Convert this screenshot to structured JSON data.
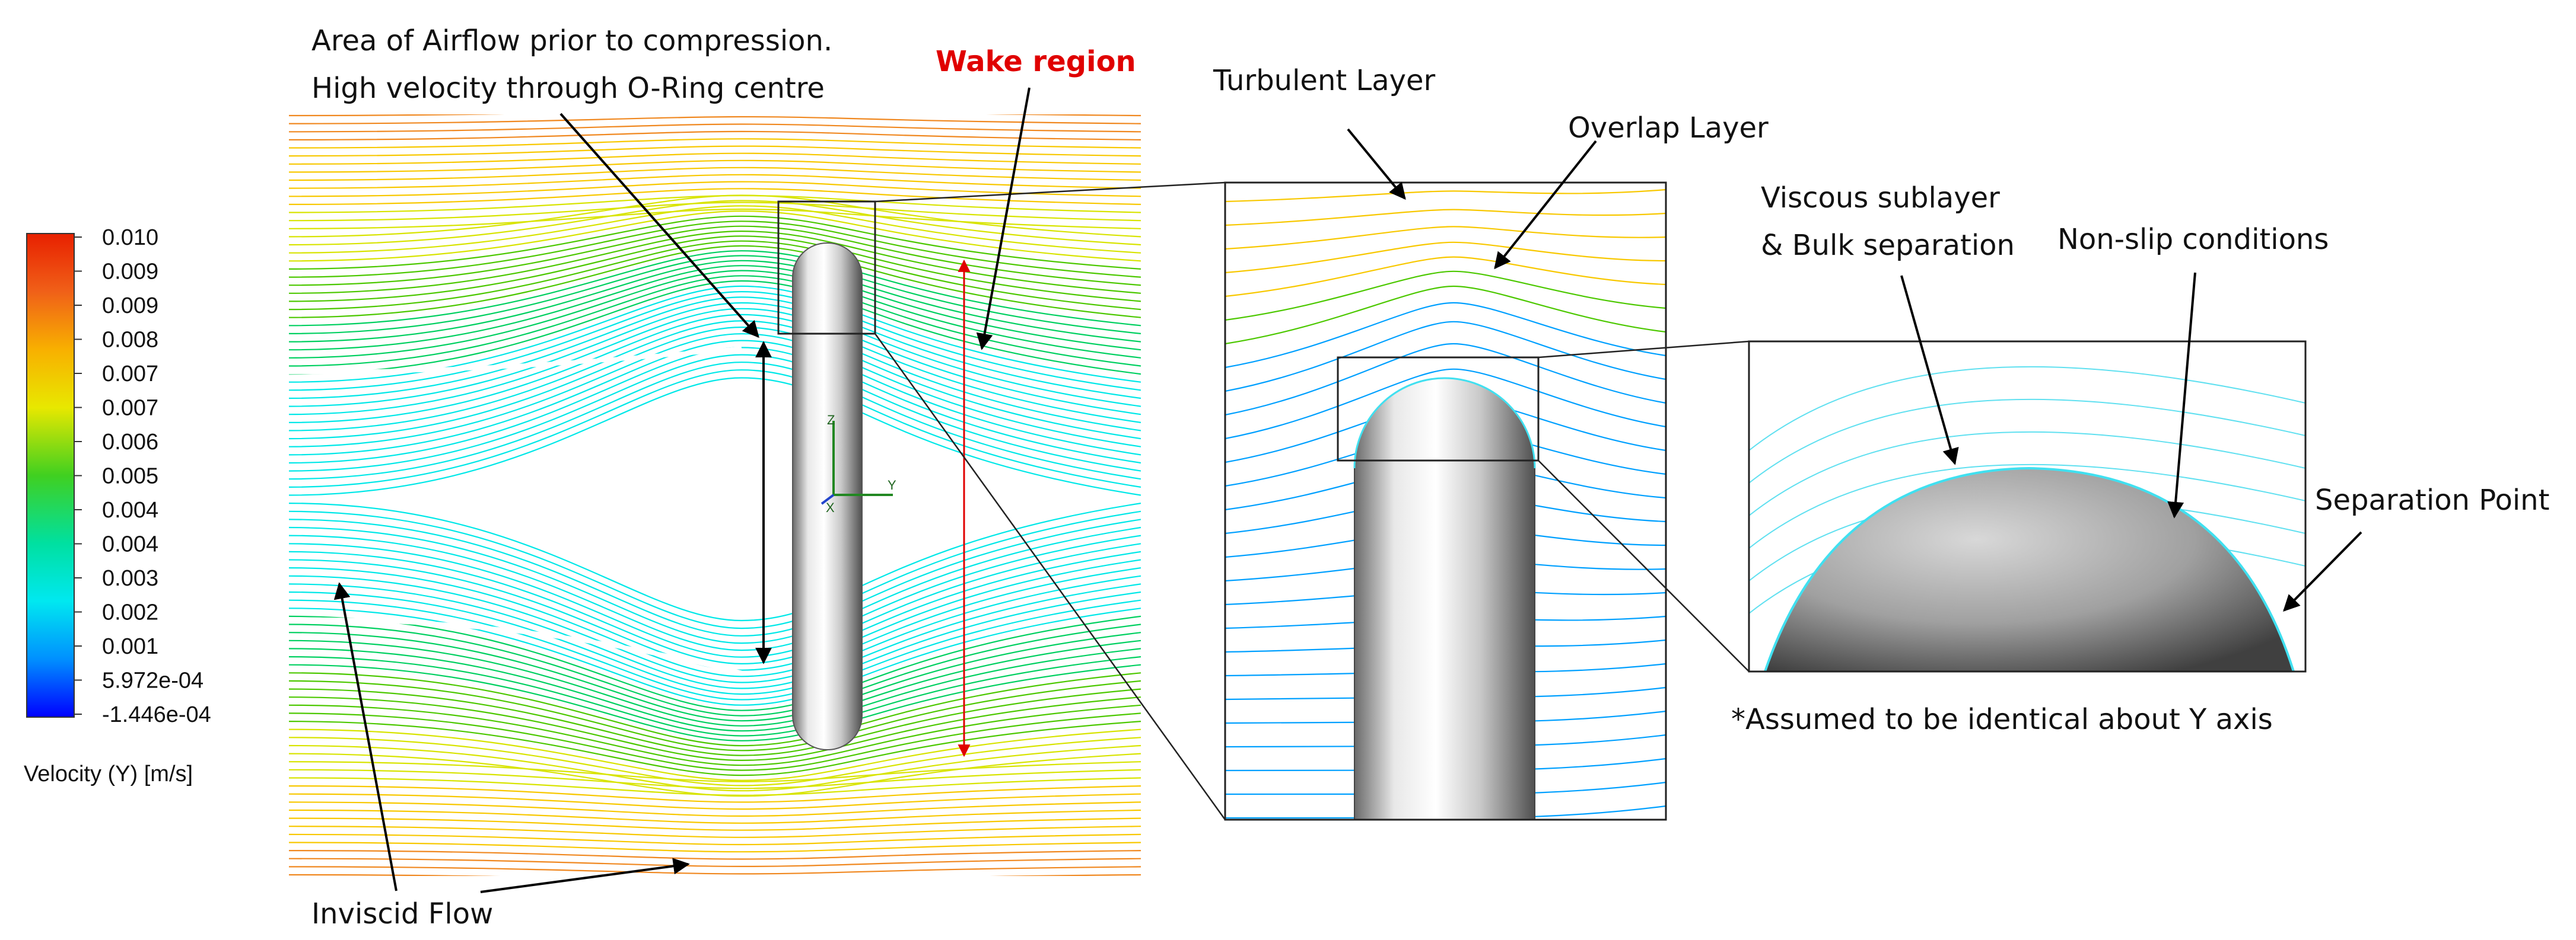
{
  "colors": {
    "scale": [
      "#0000ff",
      "#00a0ff",
      "#00e8e8",
      "#00d060",
      "#4cc800",
      "#d8e400",
      "#f8c800",
      "#f08820",
      "#e85000",
      "#e82000"
    ],
    "annotation_red": "#e00000",
    "boundary_layer": "#40e0f0"
  },
  "legend": {
    "ticks": [
      "0.010",
      "0.009",
      "0.009",
      "0.008",
      "0.007",
      "0.007",
      "0.006",
      "0.005",
      "0.004",
      "0.004",
      "0.003",
      "0.002",
      "0.001",
      "5.972e-04",
      "-1.446e-04"
    ],
    "title": "Velocity (Y) [m/s]"
  },
  "annotations": {
    "airflow_line1": "Area of Airflow prior to compression.",
    "airflow_line2": "High velocity through O-Ring centre",
    "wake_region": "Wake region",
    "inviscid_flow": "Inviscid Flow",
    "turbulent_layer": "Turbulent Layer",
    "overlap_layer": "Overlap Layer",
    "viscous_line1": "Viscous sublayer",
    "viscous_line2": "& Bulk separation",
    "non_slip": "Non-slip conditions",
    "separation_point": "Separation Point",
    "assumption_note": "*Assumed to be identical about Y axis"
  },
  "axis_triad": {
    "z": "Z",
    "x": "X",
    "y": "Y"
  },
  "icons": [
    "axis-triad-icon"
  ]
}
